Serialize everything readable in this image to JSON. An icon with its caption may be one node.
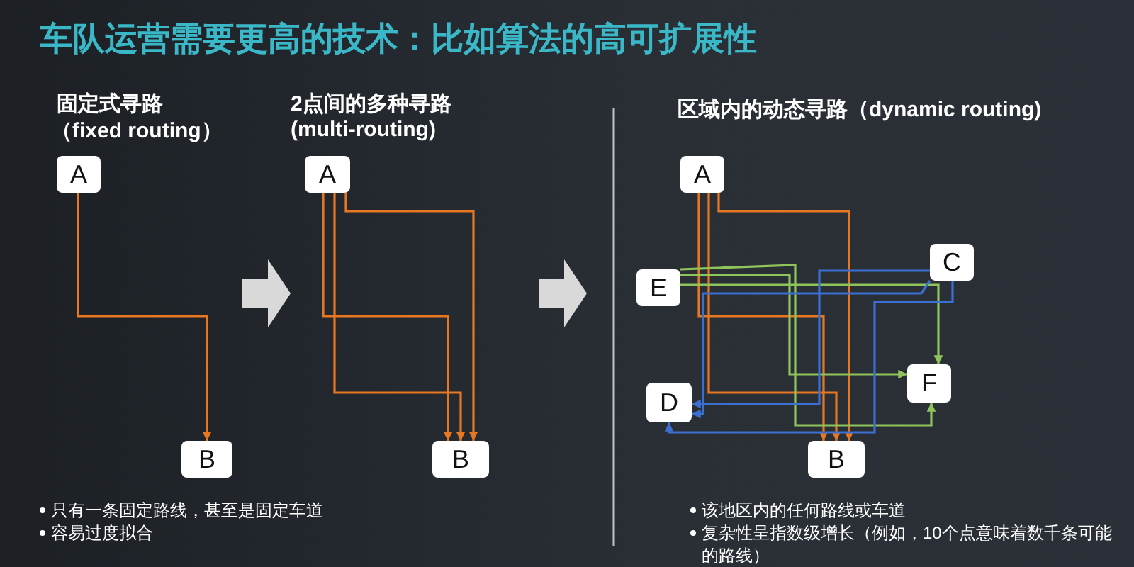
{
  "diagram": {
    "title": "车队运营需要更高的技术：比如算法的高可扩展性",
    "nodes": [
      {
        "text": [
          "A"
        ]
      },
      {
        "text": [
          "B"
        ]
      },
      {
        "text": [
          "A"
        ]
      },
      {
        "text": [
          "B"
        ]
      },
      {
        "text": [
          "A"
        ]
      },
      {
        "text": [
          "B"
        ]
      },
      {
        "text": [
          "C"
        ]
      },
      {
        "text": [
          "D"
        ]
      },
      {
        "text": [
          "E"
        ]
      },
      {
        "text": [
          "F"
        ]
      }
    ],
    "edges": [
      {
        "from": 0,
        "to": 1,
        "arrow": "to"
      },
      {
        "from": 2,
        "to": 3,
        "arrow": "to"
      },
      {
        "from": 2,
        "to": 3,
        "arrow": "to"
      },
      {
        "from": 2,
        "to": 3,
        "arrow": "to"
      },
      {
        "from": 4,
        "to": 5,
        "arrow": "to"
      },
      {
        "from": 4,
        "to": 5,
        "arrow": "to"
      },
      {
        "from": 4,
        "to": 5,
        "arrow": "to"
      },
      {
        "from": 8,
        "to": 9,
        "arrow": "to",
        "color": "#8fc45a"
      },
      {
        "from": 8,
        "to": 9,
        "arrow": "to",
        "color": "#8fc45a"
      },
      {
        "from": 8,
        "to": 9,
        "arrow": "to",
        "color": "#8fc45a"
      },
      {
        "from": 6,
        "to": 7,
        "arrow": "to",
        "color": "#3b6fd0"
      },
      {
        "from": 6,
        "to": 7,
        "arrow": "to",
        "color": "#3b6fd0"
      },
      {
        "from": 6,
        "to": 7,
        "arrow": "to",
        "color": "#3b6fd0"
      }
    ],
    "labels": [
      "固定式寻路",
      "（fixed routing）",
      "2点间的多种寻路",
      "(multi-routing)",
      "区域内的动态寻路（dynamic routing)",
      "只有一条固定路线，甚至是固定车道",
      "容易过度拟合",
      "该地区内的任何路线或车道",
      "复杂性呈指数级增长（例如，10个点意味着数千条可能的路线）"
    ]
  }
}
